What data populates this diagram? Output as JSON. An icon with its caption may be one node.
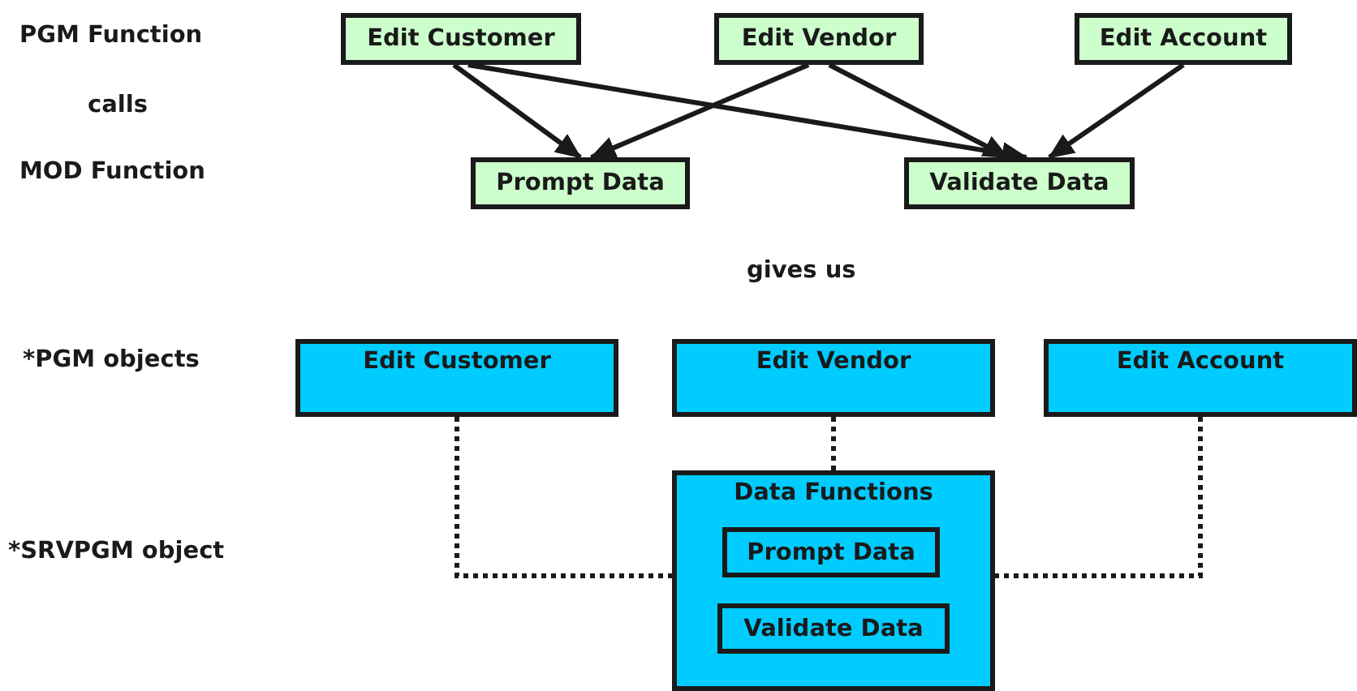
{
  "diagram": {
    "nodes": [
      {
        "text": [
          "Edit Customer"
        ]
      },
      {
        "text": [
          "Edit Vendor"
        ]
      },
      {
        "text": [
          "Edit Account"
        ]
      },
      {
        "text": [
          "Prompt Data"
        ]
      },
      {
        "text": [
          "Validate Data"
        ]
      },
      {
        "text": [
          "Edit Customer"
        ]
      },
      {
        "text": [
          "Edit Vendor"
        ]
      },
      {
        "text": [
          "Edit Account"
        ]
      },
      {
        "text": [
          "Data Functions"
        ]
      },
      {
        "text": [
          "Prompt Data"
        ],
        "in": 8
      },
      {
        "text": [
          "Validate Data"
        ],
        "in": 8
      }
    ],
    "edges": [
      {
        "from": 0,
        "to": 3,
        "arrow": "to"
      },
      {
        "from": 0,
        "to": 4,
        "arrow": "to"
      },
      {
        "from": 1,
        "to": 3,
        "arrow": "to"
      },
      {
        "from": 1,
        "to": 4,
        "arrow": "to"
      },
      {
        "from": 2,
        "to": 4,
        "arrow": "to"
      },
      {
        "from": 5,
        "to": 8,
        "arrow": "none",
        "style": "dashed"
      },
      {
        "from": 6,
        "to": 8,
        "arrow": "none",
        "style": "dashed"
      },
      {
        "from": 7,
        "to": 8,
        "arrow": "none",
        "style": "dashed"
      }
    ],
    "labels": [
      "PGM Function",
      "calls",
      "MOD Function",
      "gives us",
      "*PGM objects",
      "*SRVPGM object"
    ]
  }
}
